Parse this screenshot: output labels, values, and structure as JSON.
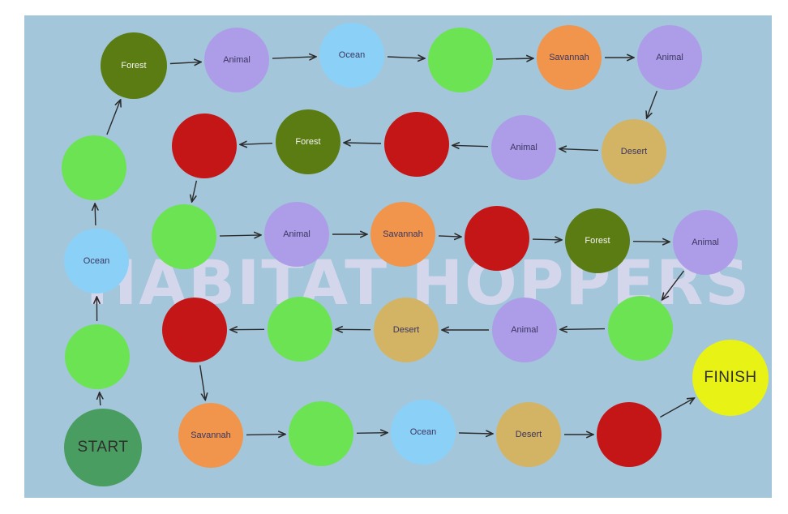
{
  "title": "HABITAT HOPPERS",
  "colors": {
    "Forest": "#5b7c12",
    "Animal": "#ad9de8",
    "Ocean": "#8bd1f7",
    "Grass": "#6be353",
    "Savannah": "#f0954b",
    "Desert": "#d3b464",
    "Red": "#c41616",
    "Start": "#4a9d61",
    "Finish": "#e8f214",
    "Arrow": "#2b2b2b"
  },
  "spaces": [
    {
      "label": "START",
      "kind": "Start"
    },
    {
      "label": "",
      "kind": "Grass"
    },
    {
      "label": "Ocean",
      "kind": "Ocean"
    },
    {
      "label": "",
      "kind": "Grass"
    },
    {
      "label": "Forest",
      "kind": "Forest"
    },
    {
      "label": "Animal",
      "kind": "Animal"
    },
    {
      "label": "Ocean",
      "kind": "Ocean"
    },
    {
      "label": "",
      "kind": "Grass"
    },
    {
      "label": "Savannah",
      "kind": "Savannah"
    },
    {
      "label": "Animal",
      "kind": "Animal"
    },
    {
      "label": "Desert",
      "kind": "Desert"
    },
    {
      "label": "Animal",
      "kind": "Animal"
    },
    {
      "label": "",
      "kind": "Red"
    },
    {
      "label": "Forest",
      "kind": "Forest"
    },
    {
      "label": "",
      "kind": "Red"
    },
    {
      "label": "",
      "kind": "Grass"
    },
    {
      "label": "Animal",
      "kind": "Animal"
    },
    {
      "label": "Savannah",
      "kind": "Savannah"
    },
    {
      "label": "",
      "kind": "Red"
    },
    {
      "label": "Forest",
      "kind": "Forest"
    },
    {
      "label": "Animal",
      "kind": "Animal"
    },
    {
      "label": "",
      "kind": "Grass"
    },
    {
      "label": "Animal",
      "kind": "Animal"
    },
    {
      "label": "Desert",
      "kind": "Desert"
    },
    {
      "label": "",
      "kind": "Grass"
    },
    {
      "label": "",
      "kind": "Red"
    },
    {
      "label": "Savannah",
      "kind": "Savannah"
    },
    {
      "label": "",
      "kind": "Grass"
    },
    {
      "label": "Ocean",
      "kind": "Ocean"
    },
    {
      "label": "Desert",
      "kind": "Desert"
    },
    {
      "label": "",
      "kind": "Red"
    },
    {
      "label": "FINISH",
      "kind": "Finish"
    }
  ]
}
